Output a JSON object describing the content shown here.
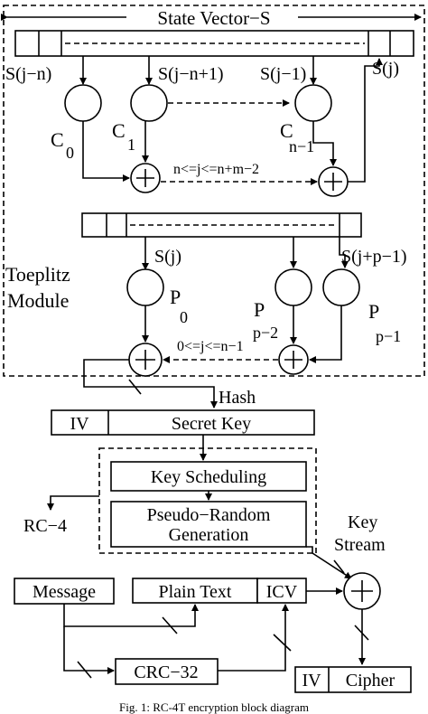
{
  "figure": {
    "caption": "Fig. 1: RC-4T encryption block diagram"
  },
  "state_vector": {
    "title": "State Vector−S",
    "taps": [
      "S(j−n)",
      "S(j−n+1)",
      "S(j−1)",
      "S(j)"
    ],
    "coefficients": {
      "c0": "C",
      "c0_sub": "0",
      "c1": "C",
      "c1_sub": "1",
      "cn1": "C",
      "cn1_sub": "n−1"
    },
    "range": "n<=j<=n+m−2"
  },
  "toeplitz": {
    "module_label_line1": "Toeplitz",
    "module_label_line2": "Module",
    "taps": [
      "S(j)",
      "S(j+p−1)"
    ],
    "coefficients": {
      "p0": "P",
      "p0_sub": "0",
      "pp2": "P",
      "pp2_sub": "p−2",
      "pp1": "P",
      "pp1_sub": "p−1"
    },
    "range": "0<=j<=n−1",
    "hash_label": "Hash"
  },
  "key_block": {
    "iv": "IV",
    "secret_key": "Secret Key"
  },
  "rc4": {
    "label": "RC−4",
    "key_scheduling": "Key Scheduling",
    "prg_line1": "Pseudo−Random",
    "prg_line2": "Generation",
    "key_stream_line1": "Key",
    "key_stream_line2": "Stream"
  },
  "encryption": {
    "message": "Message",
    "plain_text": "Plain Text",
    "icv": "ICV",
    "crc": "CRC−32",
    "out_iv": "IV",
    "cipher": "Cipher"
  }
}
